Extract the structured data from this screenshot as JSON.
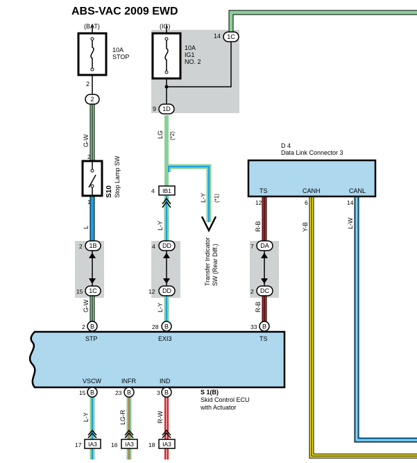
{
  "title": "ABS-VAC 2009 EWD",
  "fuse_stop": {
    "source": "(BAT)",
    "rating": "10A",
    "name": "STOP",
    "pin_out": "2",
    "conn": "2"
  },
  "fuse_ig1": {
    "source": "(IG)",
    "rating": "10A",
    "name1": "IG1",
    "name2": "NO. 2",
    "pin_in": "14",
    "conn_in": "1C",
    "pin_out": "9",
    "conn_out": "1D"
  },
  "wires": {
    "stop_top": "G-W",
    "ig_lg": "LG",
    "ig_note": "(*2)",
    "stop_l": "L",
    "transfer": "L-Y",
    "transfer_note": "(*1)",
    "ly_left": "L-Y",
    "rb_top": "R-B",
    "yb": "Y-B",
    "lw": "L-W",
    "gw_low": "G-W",
    "ly_low": "L-Y",
    "rb_low": "R-B",
    "vscw": "L-Y",
    "infr": "LG-R",
    "ind": "R-W"
  },
  "stop_switch": {
    "id": "S10",
    "name": "Stop Lamp SW",
    "pin_top": "2",
    "pin_bottom": "1"
  },
  "ib1": {
    "pin": "4",
    "conn": "IB1"
  },
  "transfer_sw": {
    "line1": "Transfer Indicator",
    "line2": "SW (Rear Diff.)"
  },
  "dlc": {
    "id": "D 4",
    "name": "Data Link Connector 3",
    "pin_ts": "TS",
    "pin_canh": "CANH",
    "pin_canl": "CANL",
    "num_ts": "12",
    "num_canh": "6",
    "num_canl": "14"
  },
  "junctions": {
    "j1b": {
      "pin": "2",
      "conn": "1B"
    },
    "j1c": {
      "pin": "15",
      "conn": "1C"
    },
    "jdd_top": {
      "pin": "4",
      "conn": "DD"
    },
    "jdd_bot": {
      "pin": "12",
      "conn": "DD"
    },
    "jda": {
      "pin": "7",
      "conn": "DA"
    },
    "jdc": {
      "pin": "2",
      "conn": "DC"
    }
  },
  "ecu": {
    "id": "S 1(B)",
    "name1": "Skid Control ECU",
    "name2": "with Actuator",
    "stp": {
      "pin": "2",
      "conn": "B",
      "label": "STP"
    },
    "exi3": {
      "pin": "28",
      "conn": "B",
      "label": "EXI3"
    },
    "ts": {
      "pin": "33",
      "conn": "B",
      "label": "TS"
    },
    "vscw": {
      "pin": "15",
      "conn": "B",
      "label": "VSCW"
    },
    "infr": {
      "pin": "23",
      "conn": "B",
      "label": "INFR"
    },
    "ind": {
      "pin": "3",
      "conn": "B",
      "label": "IND"
    }
  },
  "ia3": [
    {
      "pin": "17",
      "conn": "IA3"
    },
    {
      "pin": "16",
      "conn": "IA3"
    },
    {
      "pin": "18",
      "conn": "IA3"
    }
  ],
  "colors": {
    "green": "#8ccf9a",
    "blue": "#1aa0e0",
    "red": "#d2232a",
    "yellow": "#f3e62a",
    "brown": "#b07a50",
    "panel": "#cfd2d3",
    "box": "#add8ee"
  }
}
